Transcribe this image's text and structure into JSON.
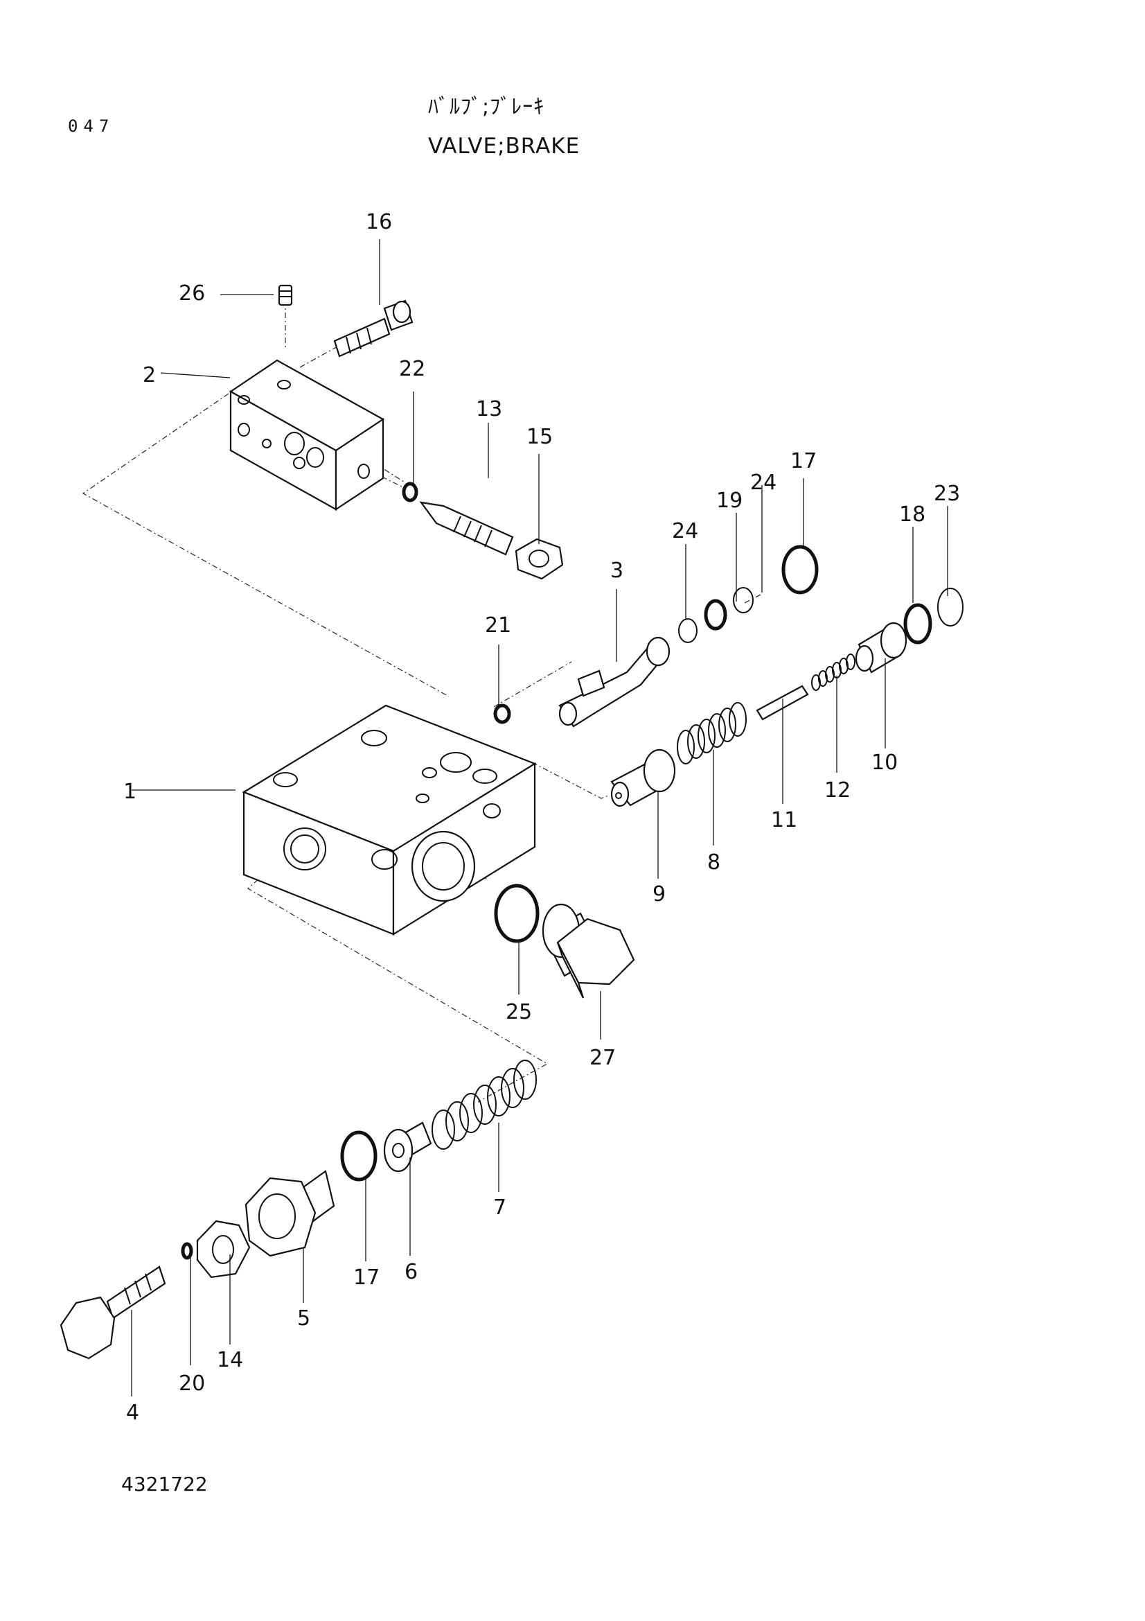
{
  "page_number": "047",
  "title_jp": "ﾊﾞﾙﾌﾞ;ﾌﾞﾚｰｷ",
  "title_en": "VALVE;BRAKE",
  "drawing_number": "4321722",
  "callouts": {
    "c1": "1",
    "c2": "2",
    "c3": "3",
    "c4": "4",
    "c5": "5",
    "c6": "6",
    "c7": "7",
    "c8": "8",
    "c9": "9",
    "c10": "10",
    "c11": "11",
    "c12": "12",
    "c13": "13",
    "c14": "14",
    "c15": "15",
    "c16": "16",
    "c17a": "17",
    "c17b": "17",
    "c18": "18",
    "c19": "19",
    "c20": "20",
    "c21": "21",
    "c22": "22",
    "c23": "23",
    "c24a": "24",
    "c24b": "24",
    "c25": "25",
    "c26": "26",
    "c27": "27"
  }
}
